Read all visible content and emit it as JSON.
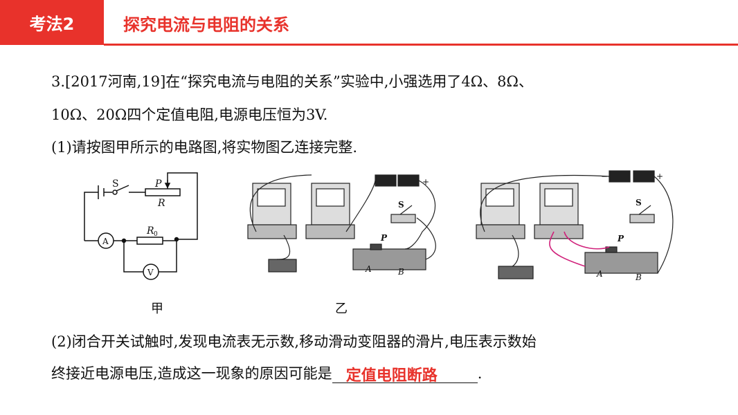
{
  "header": {
    "tag": "考法2",
    "title": "探究电流与电阻的关系"
  },
  "question": {
    "line1": "3.[2017河南,19]在“探究电流与电阻的关系”实验中,小强选用了4Ω、8Ω、",
    "line2": "10Ω、20Ω四个定值电阻,电源电压恒为3V.",
    "part1": "(1)请按图甲所示的电路图,将实物图乙连接完整.",
    "part2_line1": "(2)闭合开关试触时,发现电流表无示数,移动滑动变阻器的滑片,电压表示数始",
    "part2_line2": "终接近电源电压,造成这一现象的原因可能是",
    "answer": "定值电阻断路",
    "end": "."
  },
  "figures": {
    "circuit_labels": {
      "switch": "S",
      "slider": "P",
      "rheostat": "R",
      "resistor": "R",
      "resistor_sub": "0",
      "ammeter": "A",
      "voltmeter": "V"
    },
    "photo_labels": {
      "switch": "S",
      "slider": "P",
      "end_a": "A",
      "end_b": "B",
      "plus": "+",
      "minus": "−"
    },
    "caption_a": "甲",
    "caption_b": "乙"
  },
  "colors": {
    "accent": "#e8322b",
    "wire_answer": "#d0207a"
  }
}
